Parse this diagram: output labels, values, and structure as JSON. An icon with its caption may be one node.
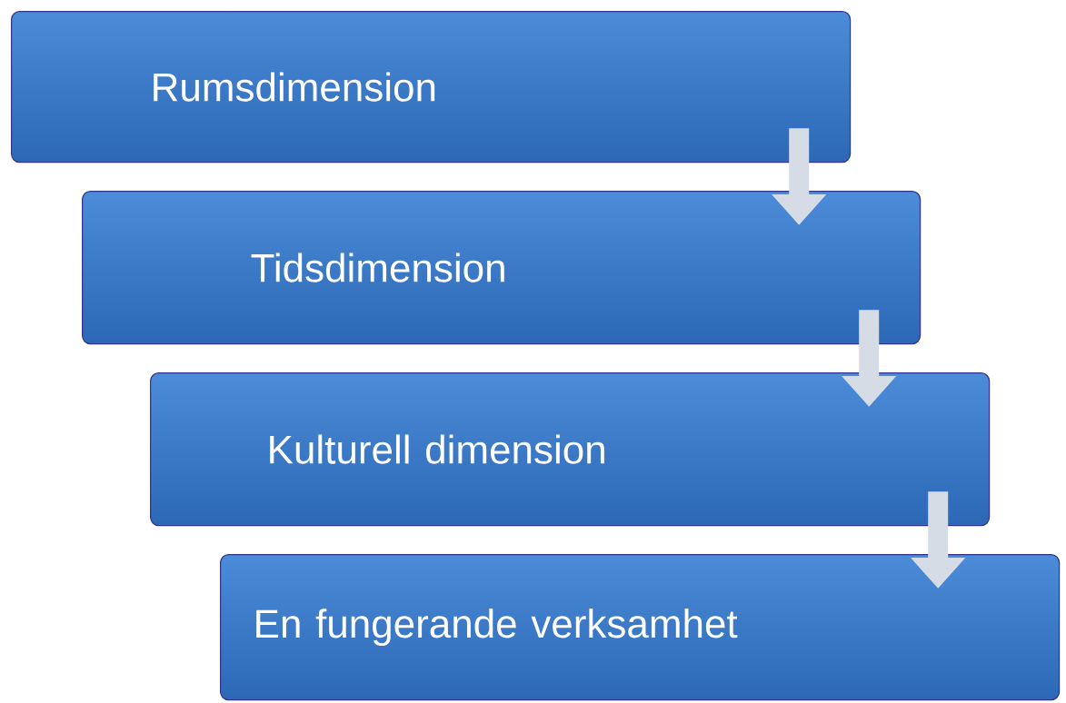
{
  "diagram": {
    "nodes": [
      {
        "text": [
          "Rumsdimension"
        ]
      },
      {
        "text": [
          "Tidsdimension"
        ]
      },
      {
        "text": [
          "Kulturell dimension"
        ]
      },
      {
        "text": [
          "En fungerande verksamhet"
        ]
      }
    ],
    "edges": [
      {
        "from": 0,
        "to": 1,
        "arrow": "to"
      },
      {
        "from": 1,
        "to": 2,
        "arrow": "to"
      },
      {
        "from": 2,
        "to": 3,
        "arrow": "to"
      }
    ]
  }
}
